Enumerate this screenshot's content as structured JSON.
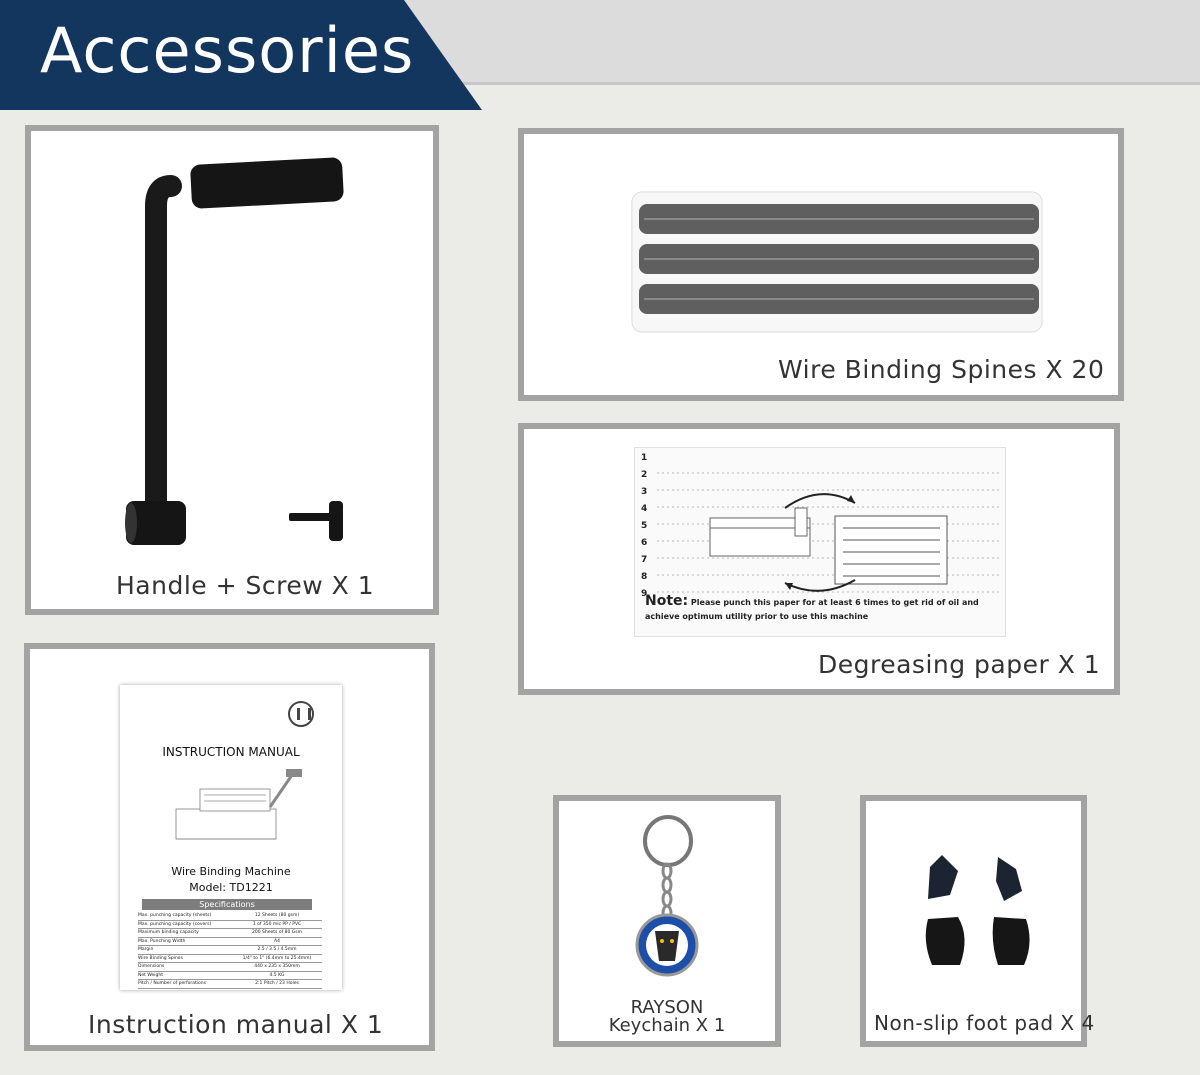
{
  "header": {
    "title": "Accessories"
  },
  "items": [
    {
      "caption": "Handle + Screw X 1"
    },
    {
      "caption": "Wire Binding Spines X 20"
    },
    {
      "caption": "Degreasing paper X 1"
    },
    {
      "caption": "Instruction manual X 1"
    },
    {
      "caption_line1": "RAYSON",
      "caption_line2": "Keychain X 1"
    },
    {
      "caption": "Non-slip foot pad X 4"
    }
  ],
  "degreasing_paper": {
    "line_numbers": [
      "1",
      "2",
      "3",
      "4",
      "5",
      "6",
      "7",
      "8",
      "9"
    ],
    "note_label": "Note:",
    "note_text_line1": "Please punch this paper for at least 6 times to get rid of oil and",
    "note_text_line2": "achieve optimum utility prior to use this machine"
  },
  "manual": {
    "heading": "INSTRUCTION MANUAL",
    "product": "Wire Binding Machine",
    "model": "Model: TD1221",
    "spec_title": "Specifications",
    "specs": [
      [
        "Max. punching capacity (sheets)",
        "12 Sheets (80 gsm)"
      ],
      [
        "Max. punching capacity (covers)",
        "1 of 350 mic PP / PVC"
      ],
      [
        "Maximum binding capacity",
        "200 Sheets of 80 Gsm"
      ],
      [
        "Max. Punching Width",
        "A4"
      ],
      [
        "Margin",
        "2.5 / 3.5 / 4.5mm"
      ],
      [
        "Wire Binding Spines",
        "1/4\" to 1\" (6.4mm to 25.4mm)"
      ],
      [
        "Dimensions",
        "440 x 235 x 350mm"
      ],
      [
        "Net Weight",
        "4.5 KG"
      ],
      [
        "Pitch / Number of perforations",
        "2:1 Pitch / 23 Holes"
      ]
    ]
  },
  "colors": {
    "banner": "#13365f",
    "card_border": "#a3a3a3",
    "background": "#ebebe7"
  }
}
